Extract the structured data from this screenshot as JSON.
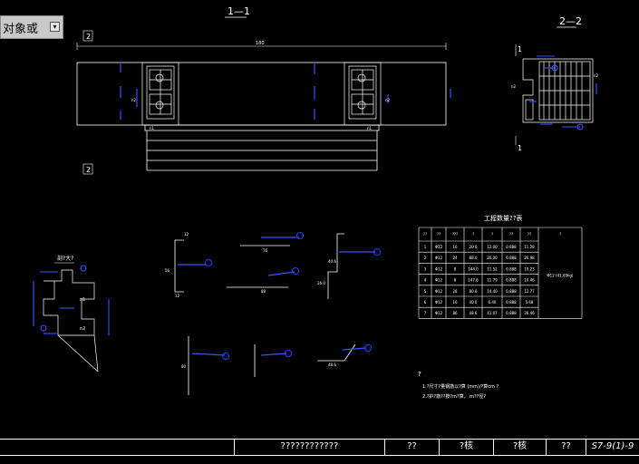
{
  "palette": {
    "label": "对象或",
    "button_icon": "dropdown-arrow-icon"
  },
  "views": {
    "section_1_1": "1—1",
    "section_2_2": "2—2",
    "cut_mark_2": "2",
    "cut_mark_1": "1",
    "detail_label": "剖?大?",
    "table_title": "工程数量??表",
    "notes_mark": "?",
    "note_1": "1.?尺寸?量钢筋以?算 (mm)/?算cm ?",
    "note_2": "2.?护?筋??按?m?算， m??径?",
    "rebar_code": "Φ12 (41.69kg)",
    "label_n1": "n1",
    "label_n2": "n2",
    "label_n3": "n3",
    "label_n4": "n4"
  },
  "table": {
    "headers": [
      "??",
      "??",
      "???",
      "?",
      "?",
      "??",
      "??"
    ],
    "rows": [
      [
        "1",
        "Φ12",
        "16",
        "20.0",
        "12.00",
        "0.888",
        "11.28"
      ],
      [
        "2",
        "Φ12",
        "24",
        "88.0",
        "20.00",
        "0.888",
        "26.98"
      ],
      [
        "3",
        "Φ12",
        "8",
        "144.0",
        "11.52",
        "0.888",
        "10.23"
      ],
      [
        "4",
        "Φ12",
        "8",
        "147.6",
        "11.79",
        "0.888",
        "10.46"
      ],
      [
        "5",
        "Φ12",
        "28",
        "80.0",
        "14.40",
        "0.888",
        "12.77"
      ],
      [
        "6",
        "Φ12",
        "16",
        "40.0",
        "6.40",
        "0.888",
        "5.68"
      ],
      [
        "7",
        "Φ12",
        "86",
        "48.6",
        "41.07",
        "0.888",
        "36.46"
      ]
    ]
  },
  "title_block": {
    "project": "????????????",
    "cells": [
      "??",
      "?核",
      "?核",
      "??"
    ],
    "drawing_no": "S7-9(1)-9"
  },
  "colors": {
    "background": "#000000",
    "line": "#ffffff",
    "dimension": "#3355ff",
    "circle": "#2244ff"
  }
}
